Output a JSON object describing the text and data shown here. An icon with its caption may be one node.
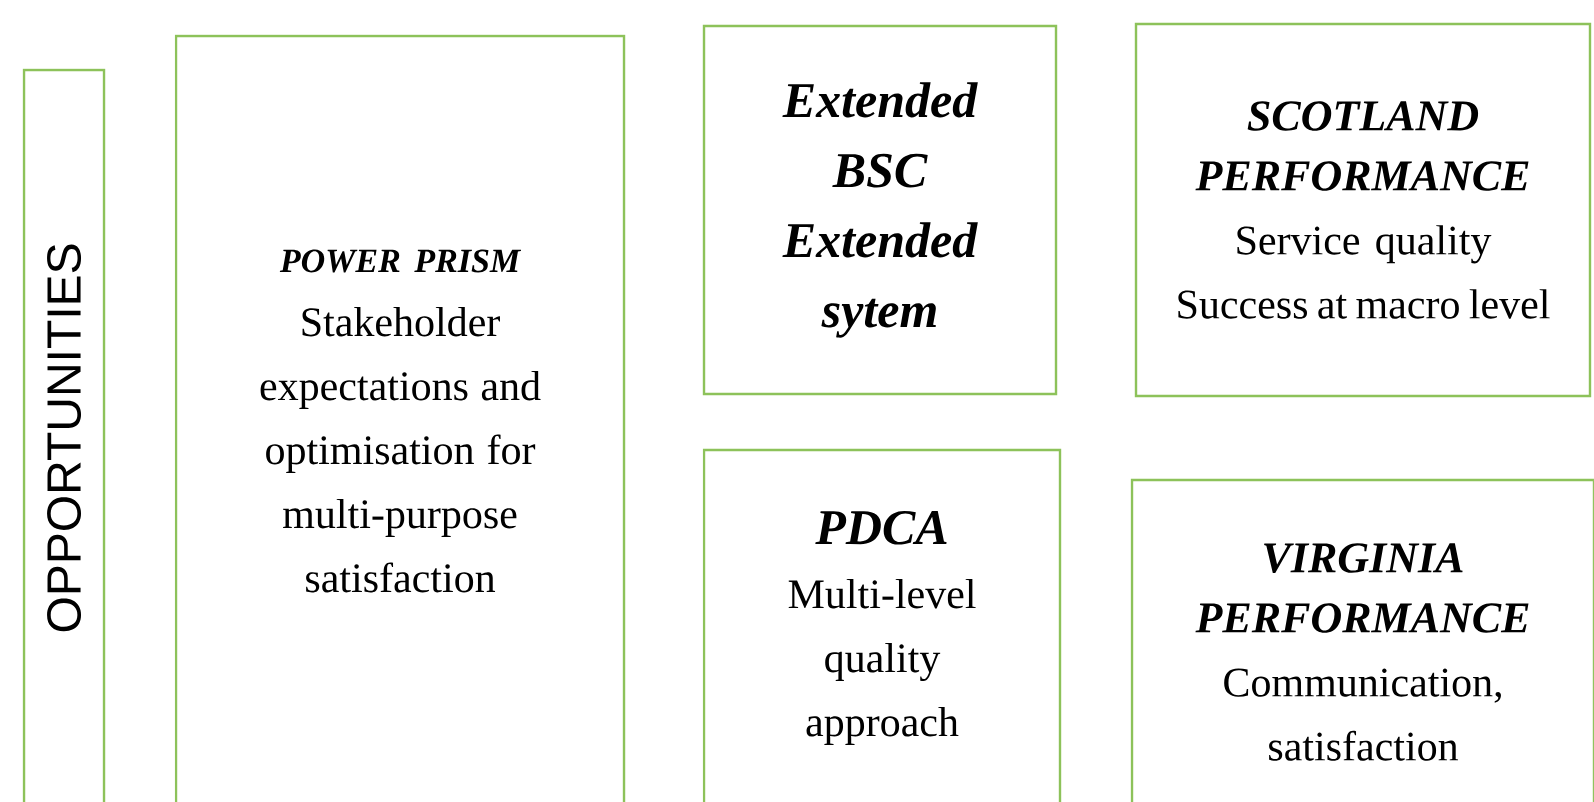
{
  "diagram": {
    "nodes": [
      {
        "text": [
          "OPPORTUNITIES"
        ]
      },
      {
        "text": [
          "POWER PRISM",
          "Stakeholder expectations and optimisation for multi-purpose satisfaction"
        ]
      },
      {
        "text": [
          "Extended BSC Extended sytem"
        ]
      },
      {
        "text": [
          "SCOTLAND PERFORMANCE",
          "Service quality Success at macro level"
        ]
      },
      {
        "text": [
          "PDCA",
          "Multi-level quality approach"
        ]
      },
      {
        "text": [
          "VIRGINIA PERFORMANCE",
          "Communication, satisfaction"
        ]
      }
    ]
  }
}
